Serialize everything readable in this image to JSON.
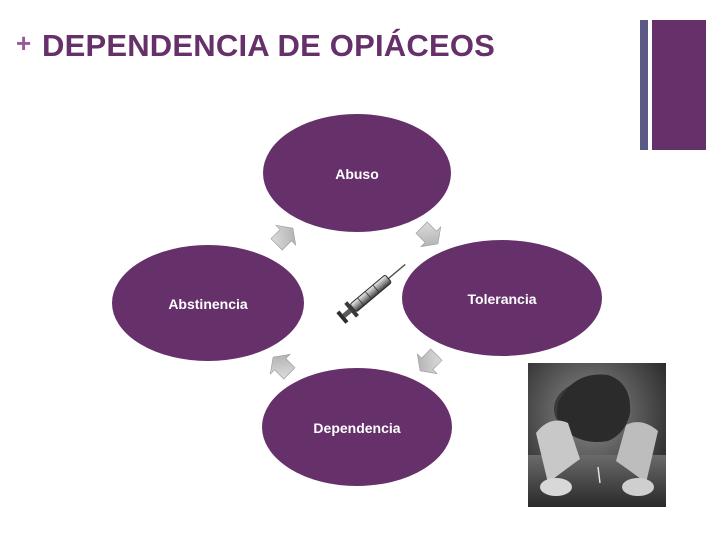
{
  "slide": {
    "title": "DEPENDENCIA DE OPIÁCEOS",
    "bullet_icon": "plus-icon"
  },
  "cycle": {
    "nodes": [
      "Abuso",
      "Tolerancia",
      "Dependencia",
      "Abstinencia"
    ],
    "center_icon": "syringe-icon",
    "arrow_icon": "chevron-arrow-icon"
  },
  "photo": {
    "icon": "grayscale-photo-person-hunched-over-table"
  },
  "colors": {
    "title": "#66306a",
    "plus": "#9a5a9a",
    "node_fill": "#66306a",
    "node_text": "#ffffff",
    "arrow": "#c9c9c9",
    "accent_bar_thin": "#5b5a86",
    "accent_bar_wide": "#66306a"
  }
}
